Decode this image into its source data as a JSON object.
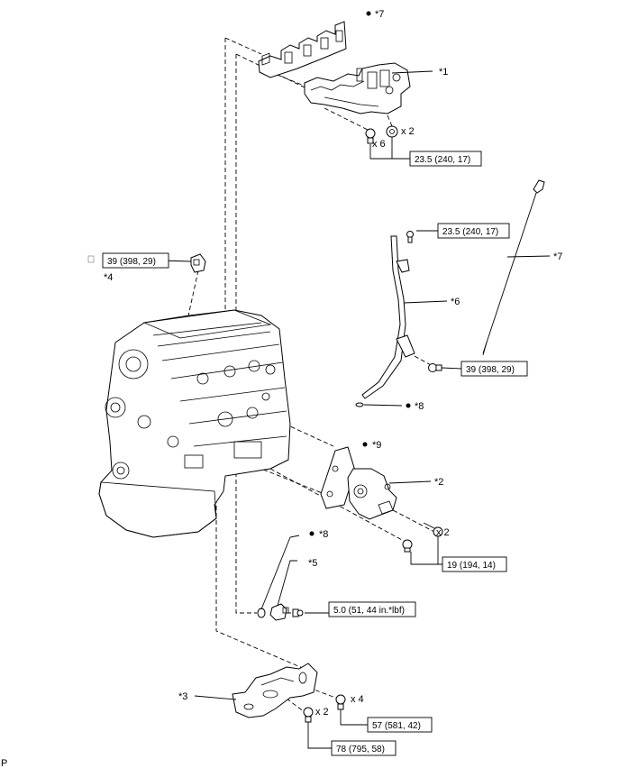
{
  "labels": {
    "p7_top": "*7",
    "p1": "*1",
    "x2_a": "x 2",
    "x6": "x 6",
    "torque_a": "23.5 (240, 17)",
    "torque_b": "23.5 (240, 17)",
    "p7_right": "*7",
    "torque_c": "39 (398, 29)",
    "p4": "*4",
    "p6": "*6",
    "torque_d": "39 (398, 29)",
    "p8_a": "*8",
    "p9": "*9",
    "p2": "*2",
    "x2_b": "x 2",
    "torque_e": "19 (194, 14)",
    "p8_b": "*8",
    "p5": "*5",
    "torque_f": "5.0 (51, 44 in.*lbf)",
    "p3": "*3",
    "x4": "x 4",
    "x2_c": "x 2",
    "torque_g": "57 (581, 42)",
    "torque_h": "78 (795, 58)",
    "corner": "P"
  },
  "colors": {
    "line": "#000000",
    "background": "#ffffff"
  }
}
